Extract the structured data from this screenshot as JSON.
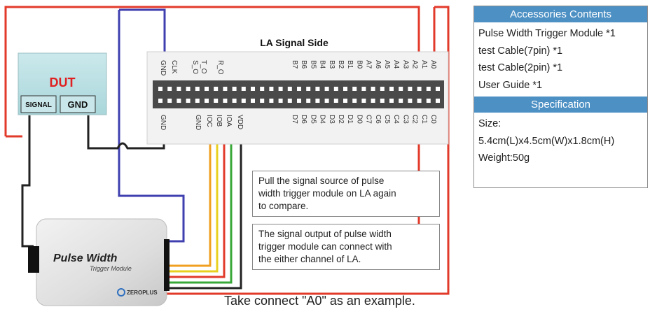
{
  "dut": {
    "label": "DUT",
    "signal_label": "SIGNAL",
    "gnd_label": "GND"
  },
  "la_board": {
    "title": "LA Signal Side",
    "top_pins": [
      "A0",
      "A1",
      "A2",
      "A3",
      "A4",
      "A5",
      "A6",
      "A7",
      "B0",
      "B1",
      "B2",
      "B3",
      "B4",
      "B5",
      "B6",
      "B7"
    ],
    "top_left_pins": [
      "S_O",
      "T_O",
      "R_O",
      "CLK",
      "GND"
    ],
    "bottom_pins": [
      "C0",
      "C1",
      "C2",
      "C3",
      "C4",
      "C5",
      "C6",
      "C7",
      "D0",
      "D1",
      "D2",
      "D3",
      "D4",
      "D5",
      "D6",
      "D7"
    ],
    "bottom_left_pins": [
      "VDD",
      "IOA",
      "IOB",
      "IOC",
      "GND",
      "GND"
    ]
  },
  "module": {
    "title": "Pulse Width",
    "subtitle": "Trigger Module",
    "brand": "ZEROPLUS"
  },
  "notes": [
    {
      "lines": [
        "Pull the signal source of pulse",
        "width trigger module on LA again",
        "to compare."
      ]
    },
    {
      "lines": [
        "The signal output of pulse width",
        "trigger module can connect with",
        "the either channel of LA."
      ]
    }
  ],
  "example_caption": "Take connect \"A0\" as an example.",
  "accessories": {
    "header": "Accessories Contents",
    "items": [
      "Pulse Width Trigger Module *1",
      "test Cable(7pin) *1",
      "test Cable(2pin) *1",
      "User Guide *1"
    ]
  },
  "specification": {
    "header": "Specification",
    "items": [
      "Size:",
      "5.4cm(L)x4.5cm(W)x1.8cm(H)",
      "Weight:50g"
    ]
  },
  "colors": {
    "red_wire": "#e23a2a",
    "blue_wire": "#3f3fb0",
    "black_wire": "#222222",
    "dut_fill": "#b7dfe3",
    "orange_wire": "#f0a020",
    "yellow_wire": "#e8d020",
    "green_wire": "#38a838",
    "header_blue": "#4d90c4"
  }
}
